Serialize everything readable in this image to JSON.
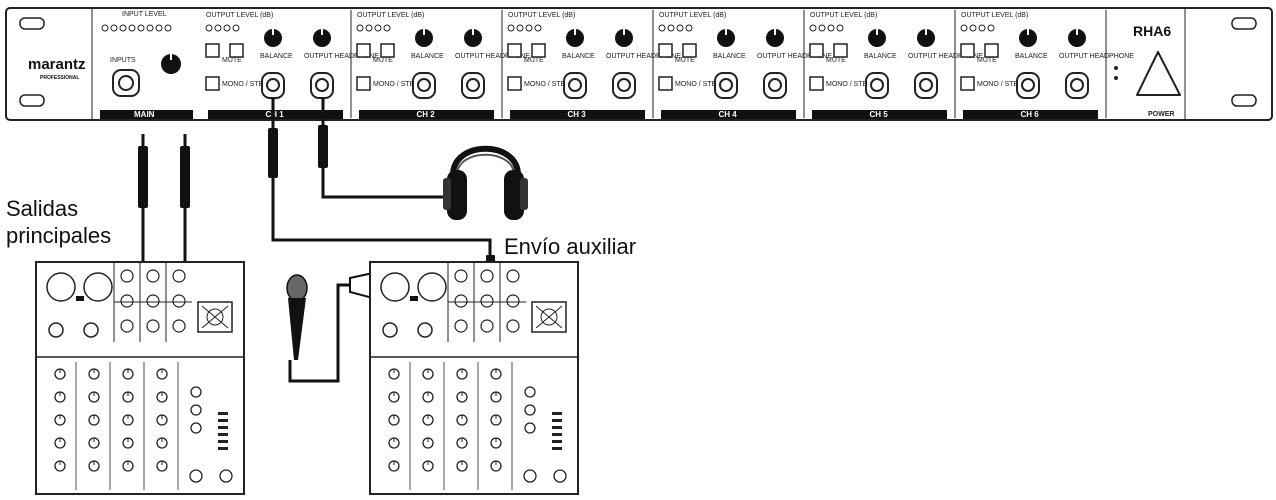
{
  "device": {
    "brand": "marantz",
    "brand_sub": "PROFESSIONAL",
    "model": "RHA6",
    "power_label": "POWER",
    "main_section_label": "MAIN",
    "input_label": "INPUTS",
    "input_level_label": "INPUT LEVEL",
    "channel_labels": [
      "CH 1",
      "CH 2",
      "CH 3",
      "CH 4",
      "CH 5",
      "CH 6"
    ],
    "channel_controls": {
      "output_level": "OUTPUT LEVEL (dB)",
      "mute": "MUTE",
      "balance": "BALANCE",
      "mono_stereo": "MONO / STEREO",
      "headphone_out": "OUTPUT HEADPHONE"
    }
  },
  "labels": {
    "main_outputs_line1": "Salidas",
    "main_outputs_line2": "principales",
    "aux_send": "Envío auxiliar"
  }
}
